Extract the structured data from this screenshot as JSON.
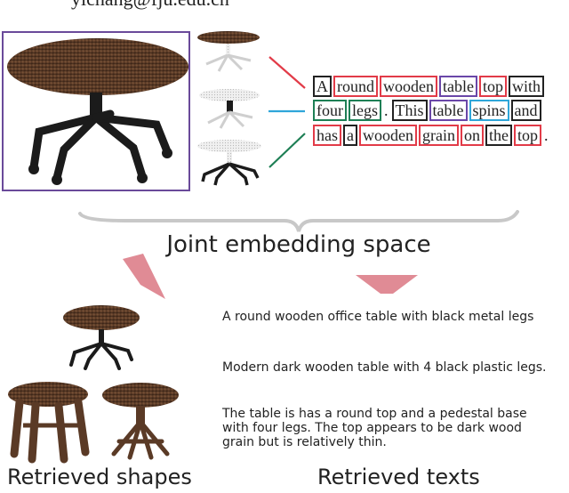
{
  "header": {
    "email_fragment": "yichang@fju.edu.cn"
  },
  "colors": {
    "wood": "#5a3a26",
    "metal": "#1b1b1b",
    "frame": "#6a4a9a",
    "red": "#e23b48",
    "blue": "#2fa6d9",
    "green": "#1e7f55",
    "purple": "#6a47a8",
    "arrow": "#e08b95",
    "brace": "#c8c8c8"
  },
  "sentence": {
    "line1": [
      {
        "text": "A",
        "color": "black"
      },
      {
        "text": "round",
        "color": "red"
      },
      {
        "text": "wooden",
        "color": "red"
      },
      {
        "text": "table",
        "color": "purple"
      },
      {
        "text": "top",
        "color": "red"
      },
      {
        "text": "with",
        "color": "black"
      }
    ],
    "line2": [
      {
        "text": "four",
        "color": "green"
      },
      {
        "text": "legs",
        "color": "green"
      },
      {
        "text": ".",
        "color": "none"
      },
      {
        "text": "This",
        "color": "black"
      },
      {
        "text": "table",
        "color": "purple"
      },
      {
        "text": "spins",
        "color": "blue"
      },
      {
        "text": "and",
        "color": "black"
      }
    ],
    "line3": [
      {
        "text": "has",
        "color": "red"
      },
      {
        "text": "a",
        "color": "black"
      },
      {
        "text": "wooden",
        "color": "red"
      },
      {
        "text": "grain",
        "color": "red"
      },
      {
        "text": "on",
        "color": "red"
      },
      {
        "text": "the",
        "color": "black"
      },
      {
        "text": "top",
        "color": "red"
      },
      {
        "text": ".",
        "color": "none"
      }
    ]
  },
  "joint_label": "Joint embedding space",
  "retrieved_texts": [
    "A round wooden office table with black metal legs",
    "Modern dark wooden table with 4 black plastic legs.",
    "The table is has a round top and a pedestal base with four legs. The top appears to be dark wood grain but is relatively thin."
  ],
  "captions": {
    "shapes": "Retrieved shapes",
    "texts": "Retrieved texts"
  }
}
